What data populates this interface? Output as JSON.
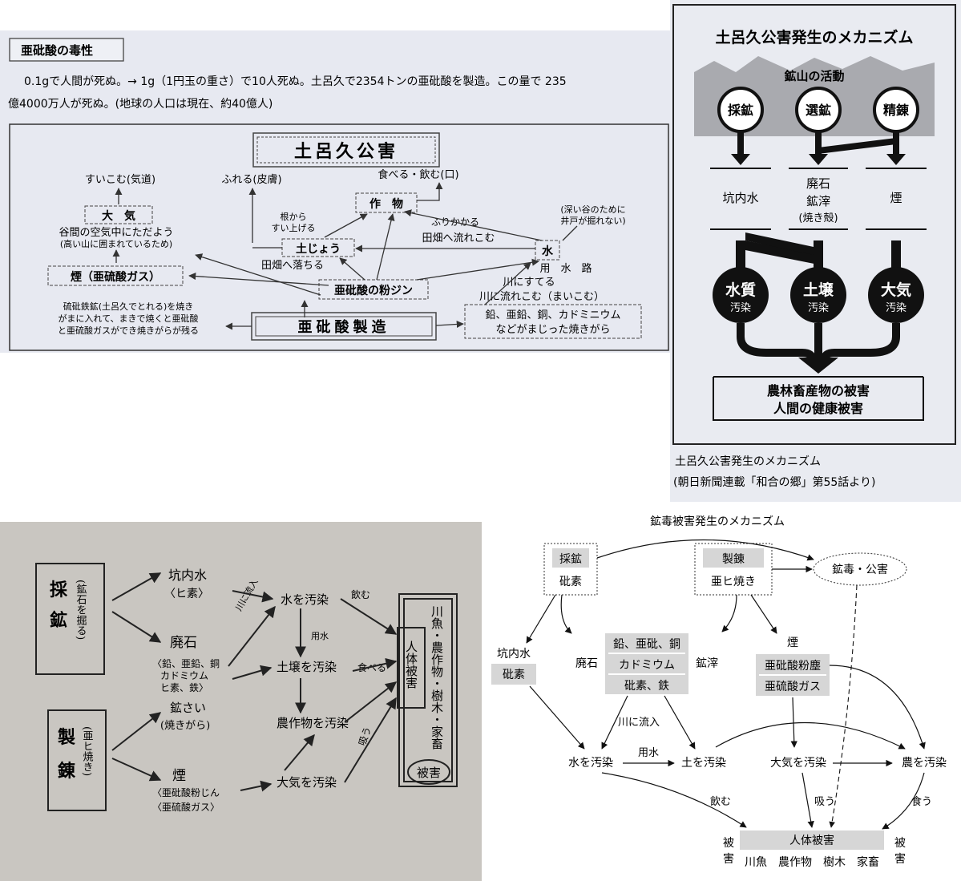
{
  "panel1": {
    "heading": "亜砒酸の毒性",
    "para_line1": "0.1gで人間が死ぬ。→ 1g（1円玉の重さ）で10人死ぬ。土呂久で2354トンの亜砒酸を製造。この量で 235",
    "para_line2": "億4000万人が死ぬ。(地球の人口は現在、約40億人)",
    "title": "土呂久公害",
    "nodes": {
      "inhale": "すいこむ(気道)",
      "touch": "ふれる(皮膚)",
      "eat": "食べる・飲む(口)",
      "air": "大　気",
      "valley1": "谷間の空気中にただよう",
      "valley2": "(高い山に囲まれているため)",
      "crop": "作　物",
      "root1": "根から",
      "root2": "すい上げる",
      "soil": "土じょう",
      "sprinkle": "ふりかかる",
      "deep1": "(深い谷のために",
      "deep2": "井戸が掘れない)",
      "water": "水",
      "flow_field": "田畑へ流れこむ",
      "fall_field": "田畑へ落ちる",
      "irrigation": "用　水　路",
      "smoke": "煙（亜硫酸ガス）",
      "powder": "亜砒酸の粉ジン",
      "discard": "川にすてる",
      "river_flow": "川に流れこむ（まいこむ）",
      "residue1": "鉛、亜鉛、銅、カドミニウム",
      "residue2": "などがまじった焼きがら",
      "ore1": "硫砒鉄鉱(土呂久でとれる)を焼き",
      "ore2": "がまに入れて、まきで焼くと亜砒酸",
      "ore3": "と亜硫酸ガスができ焼きがらが残る",
      "manufacture": "亜砒酸製造"
    }
  },
  "panel2": {
    "title": "土呂久公害発生のメカニズム",
    "mine": "鉱山の活動",
    "c1": "採鉱",
    "c2": "選鉱",
    "c3": "精錬",
    "o1": "坑内水",
    "o2a": "廃石",
    "o2b": "鉱滓",
    "o2c": "(焼き殻)",
    "o3": "煙",
    "p1a": "水質",
    "p1b": "汚染",
    "p2a": "土壌",
    "p2b": "汚染",
    "p3a": "大気",
    "p3b": "汚染",
    "result1": "農林畜産物の被害",
    "result2": "人間の健康被害",
    "caption1": "土呂久公害発生のメカニズム",
    "caption2": "(朝日新聞連載「和合の郷」第55話より)"
  },
  "panel3": {
    "mining_a": "採",
    "mining_b": "鉱",
    "mining_sub": "(鉱石を掘る)",
    "smelt_a": "製",
    "smelt_b": "錬",
    "smelt_sub": "(亜ヒ焼き)",
    "mine_water1": "坑内水",
    "mine_water2": "〈ヒ素〉",
    "waste1": "廃石",
    "waste2": "〈鉛、亜鉛、銅",
    "waste3": "カドミウム",
    "waste4": "ヒ素、鉄〉",
    "slag1": "鉱さい",
    "slag2": "(焼きがら)",
    "smoke1": "煙",
    "smoke2": "〈亜砒酸粉じん",
    "smoke3": "〈亜硫酸ガス〉",
    "water_poll": "水を汚染",
    "soil_poll": "土壌を汚染",
    "crop_poll": "農作物を汚染",
    "air_poll": "大気を汚染",
    "river_in": "川に流入",
    "irrig": "用水",
    "drink": "飲む",
    "eat": "食べる",
    "inhale": "吸う",
    "human": "人体被害",
    "victims": "川魚・農作物・樹木・家畜",
    "damage": "被害"
  },
  "panel4": {
    "title": "鉱毒被害発生のメカニズム",
    "mining": "採鉱",
    "mining_sub": "砒素",
    "smelt": "製錬",
    "smelt_sub": "亜ヒ焼き",
    "poison": "鉱毒・公害",
    "mine_water": "坑内水",
    "mine_water_sub": "砒素",
    "waste": "廃石",
    "metals1": "鉛、亜砒、銅",
    "metals2": "カドミウム",
    "metals3": "砒素、鉄",
    "slag": "鉱滓",
    "smoke": "煙",
    "smoke1": "亜砒酸粉塵",
    "smoke2": "亜硫酸ガス",
    "river_in": "川に流入",
    "water_poll": "水を汚染",
    "irrig": "用水",
    "soil_poll": "土を汚染",
    "air_poll": "大気を汚染",
    "agri_poll": "農を汚染",
    "drink": "飲む",
    "inhale": "吸う",
    "eat": "食う",
    "human": "人体被害",
    "hi": "被",
    "gai": "害",
    "victims": "川魚　農作物　樹木　家畜"
  }
}
